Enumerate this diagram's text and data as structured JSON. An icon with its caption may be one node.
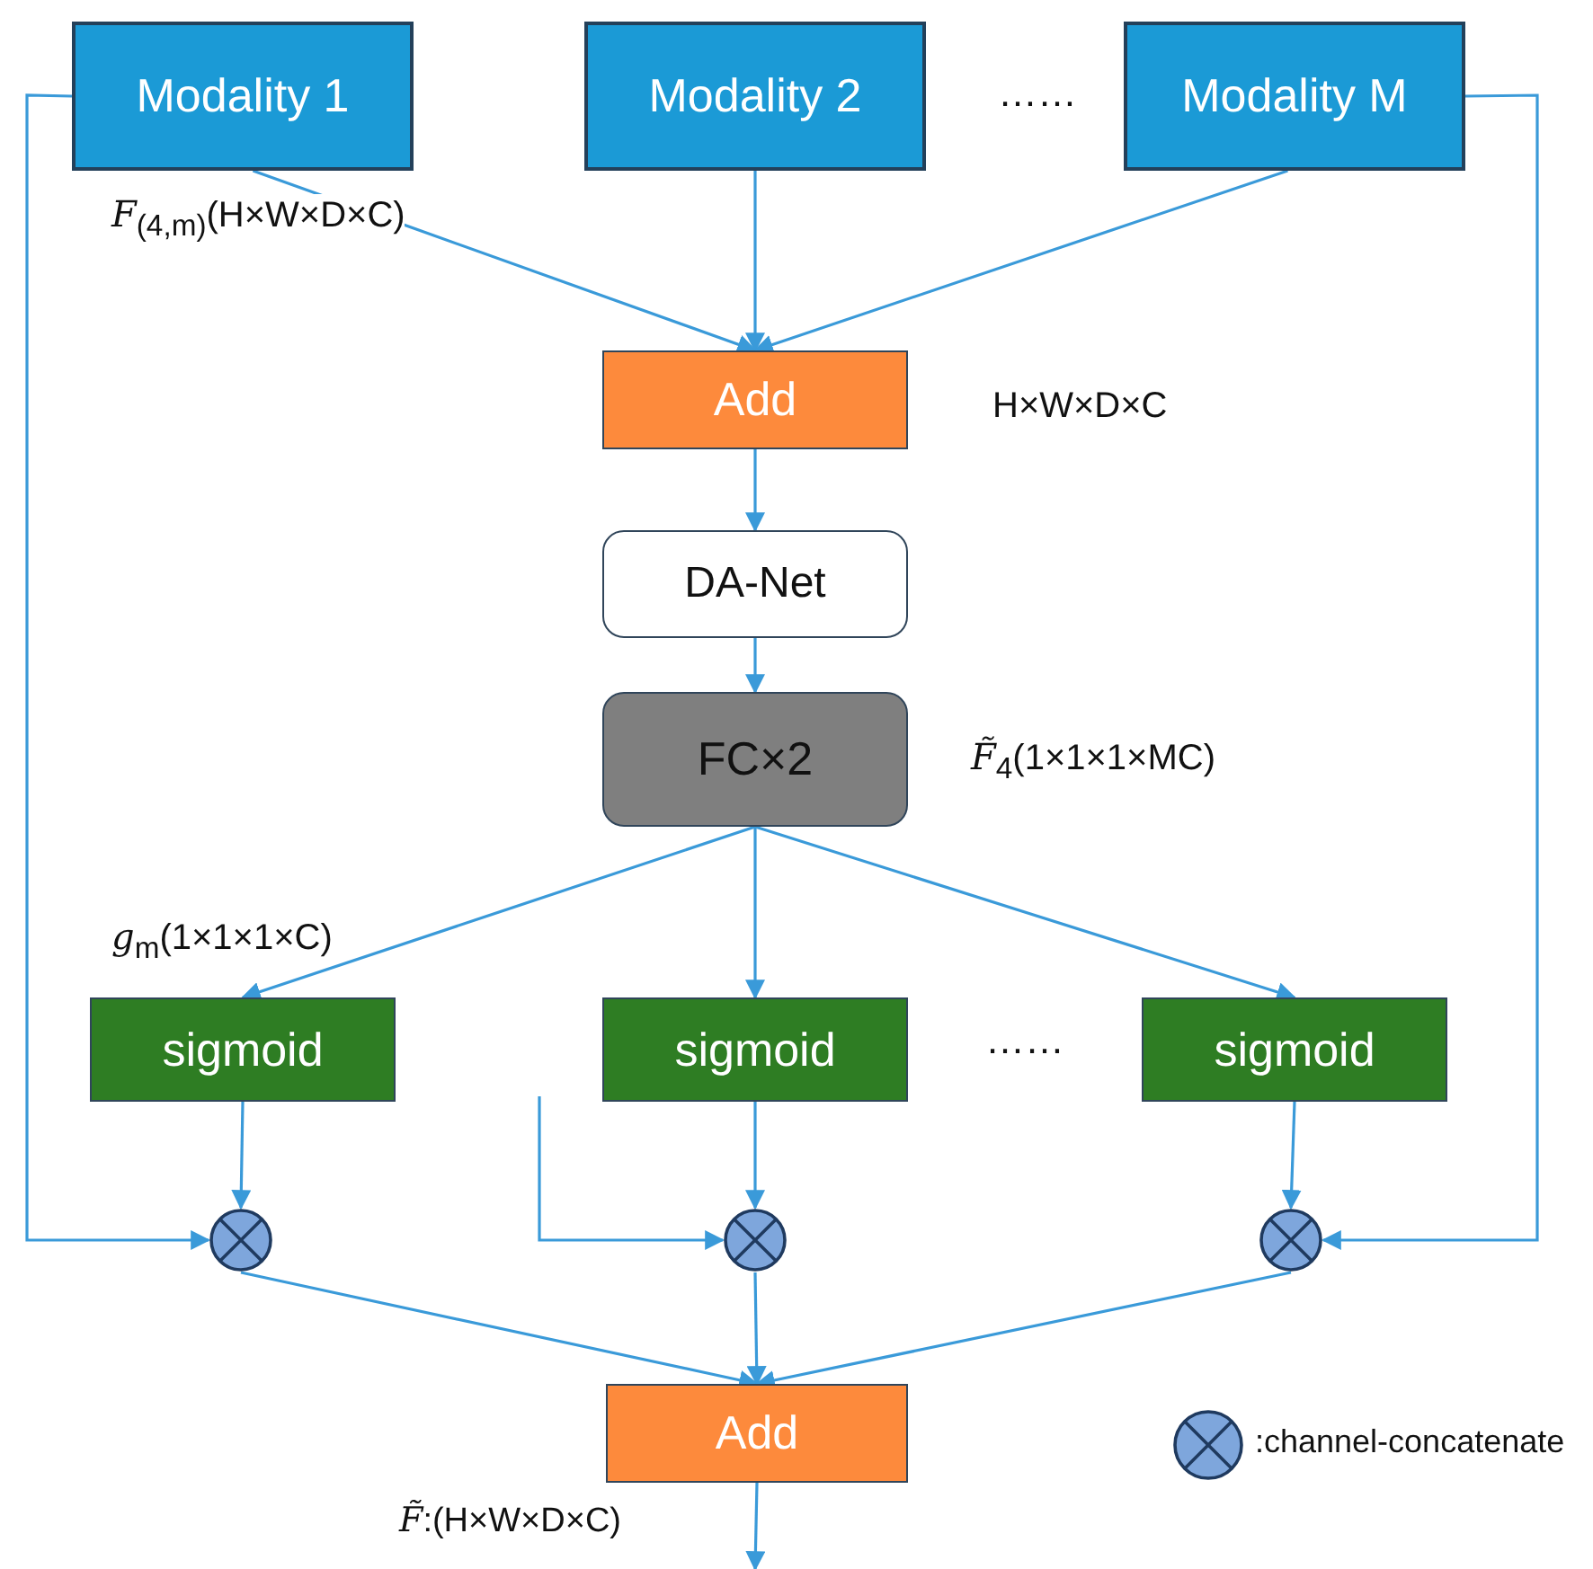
{
  "diagram": {
    "nodes": [
      {
        "text": [
          "Modality 1"
        ]
      },
      {
        "text": [
          "Modality 2"
        ]
      },
      {
        "text": [
          "Modality M"
        ]
      },
      {
        "text": [
          "Add"
        ]
      },
      {
        "text": [
          "DA-Net"
        ]
      },
      {
        "text": [
          "FC×2"
        ]
      },
      {
        "text": [
          "sigmoid"
        ]
      },
      {
        "text": [
          "sigmoid"
        ]
      },
      {
        "text": [
          "sigmoid"
        ]
      },
      {
        "text": [],
        "shape": "circle"
      },
      {
        "text": [],
        "shape": "circle"
      },
      {
        "text": [],
        "shape": "circle"
      },
      {
        "text": [
          "Add"
        ]
      }
    ],
    "edges": [
      {
        "from": 0,
        "to": 3,
        "arrow": "to"
      },
      {
        "from": 1,
        "to": 3,
        "arrow": "to"
      },
      {
        "from": 2,
        "to": 3,
        "arrow": "to"
      },
      {
        "from": 3,
        "to": 4,
        "arrow": "to"
      },
      {
        "from": 4,
        "to": 5,
        "arrow": "to"
      },
      {
        "from": 5,
        "to": 6,
        "arrow": "to"
      },
      {
        "from": 5,
        "to": 7,
        "arrow": "to"
      },
      {
        "from": 5,
        "to": 8,
        "arrow": "to"
      },
      {
        "from": 6,
        "to": 9,
        "arrow": "to"
      },
      {
        "from": 7,
        "to": 10,
        "arrow": "to"
      },
      {
        "from": 8,
        "to": 11,
        "arrow": "to"
      },
      {
        "from": 0,
        "to": 9,
        "arrow": "to"
      },
      {
        "from": null,
        "to": 10,
        "arrow": "to"
      },
      {
        "from": 2,
        "to": 11,
        "arrow": "to"
      },
      {
        "from": 9,
        "to": 12,
        "arrow": "to"
      },
      {
        "from": 10,
        "to": 12,
        "arrow": "to"
      },
      {
        "from": 11,
        "to": 12,
        "arrow": "to"
      },
      {
        "from": 12,
        "to": null,
        "arrow": "to"
      }
    ],
    "labels": [
      "……",
      "*F*$_{(4,m)}$(H×W×D×C)",
      "H×W×D×C",
      "*F̃*$_{4}$(1×1×1×MC)",
      "*g*$_{m}$(1×1×1×C)",
      "……",
      "*F̃*:(H×W×D×C)"
    ],
    "legend": [
      {
        "text": ":channel-concatenate"
      }
    ]
  }
}
